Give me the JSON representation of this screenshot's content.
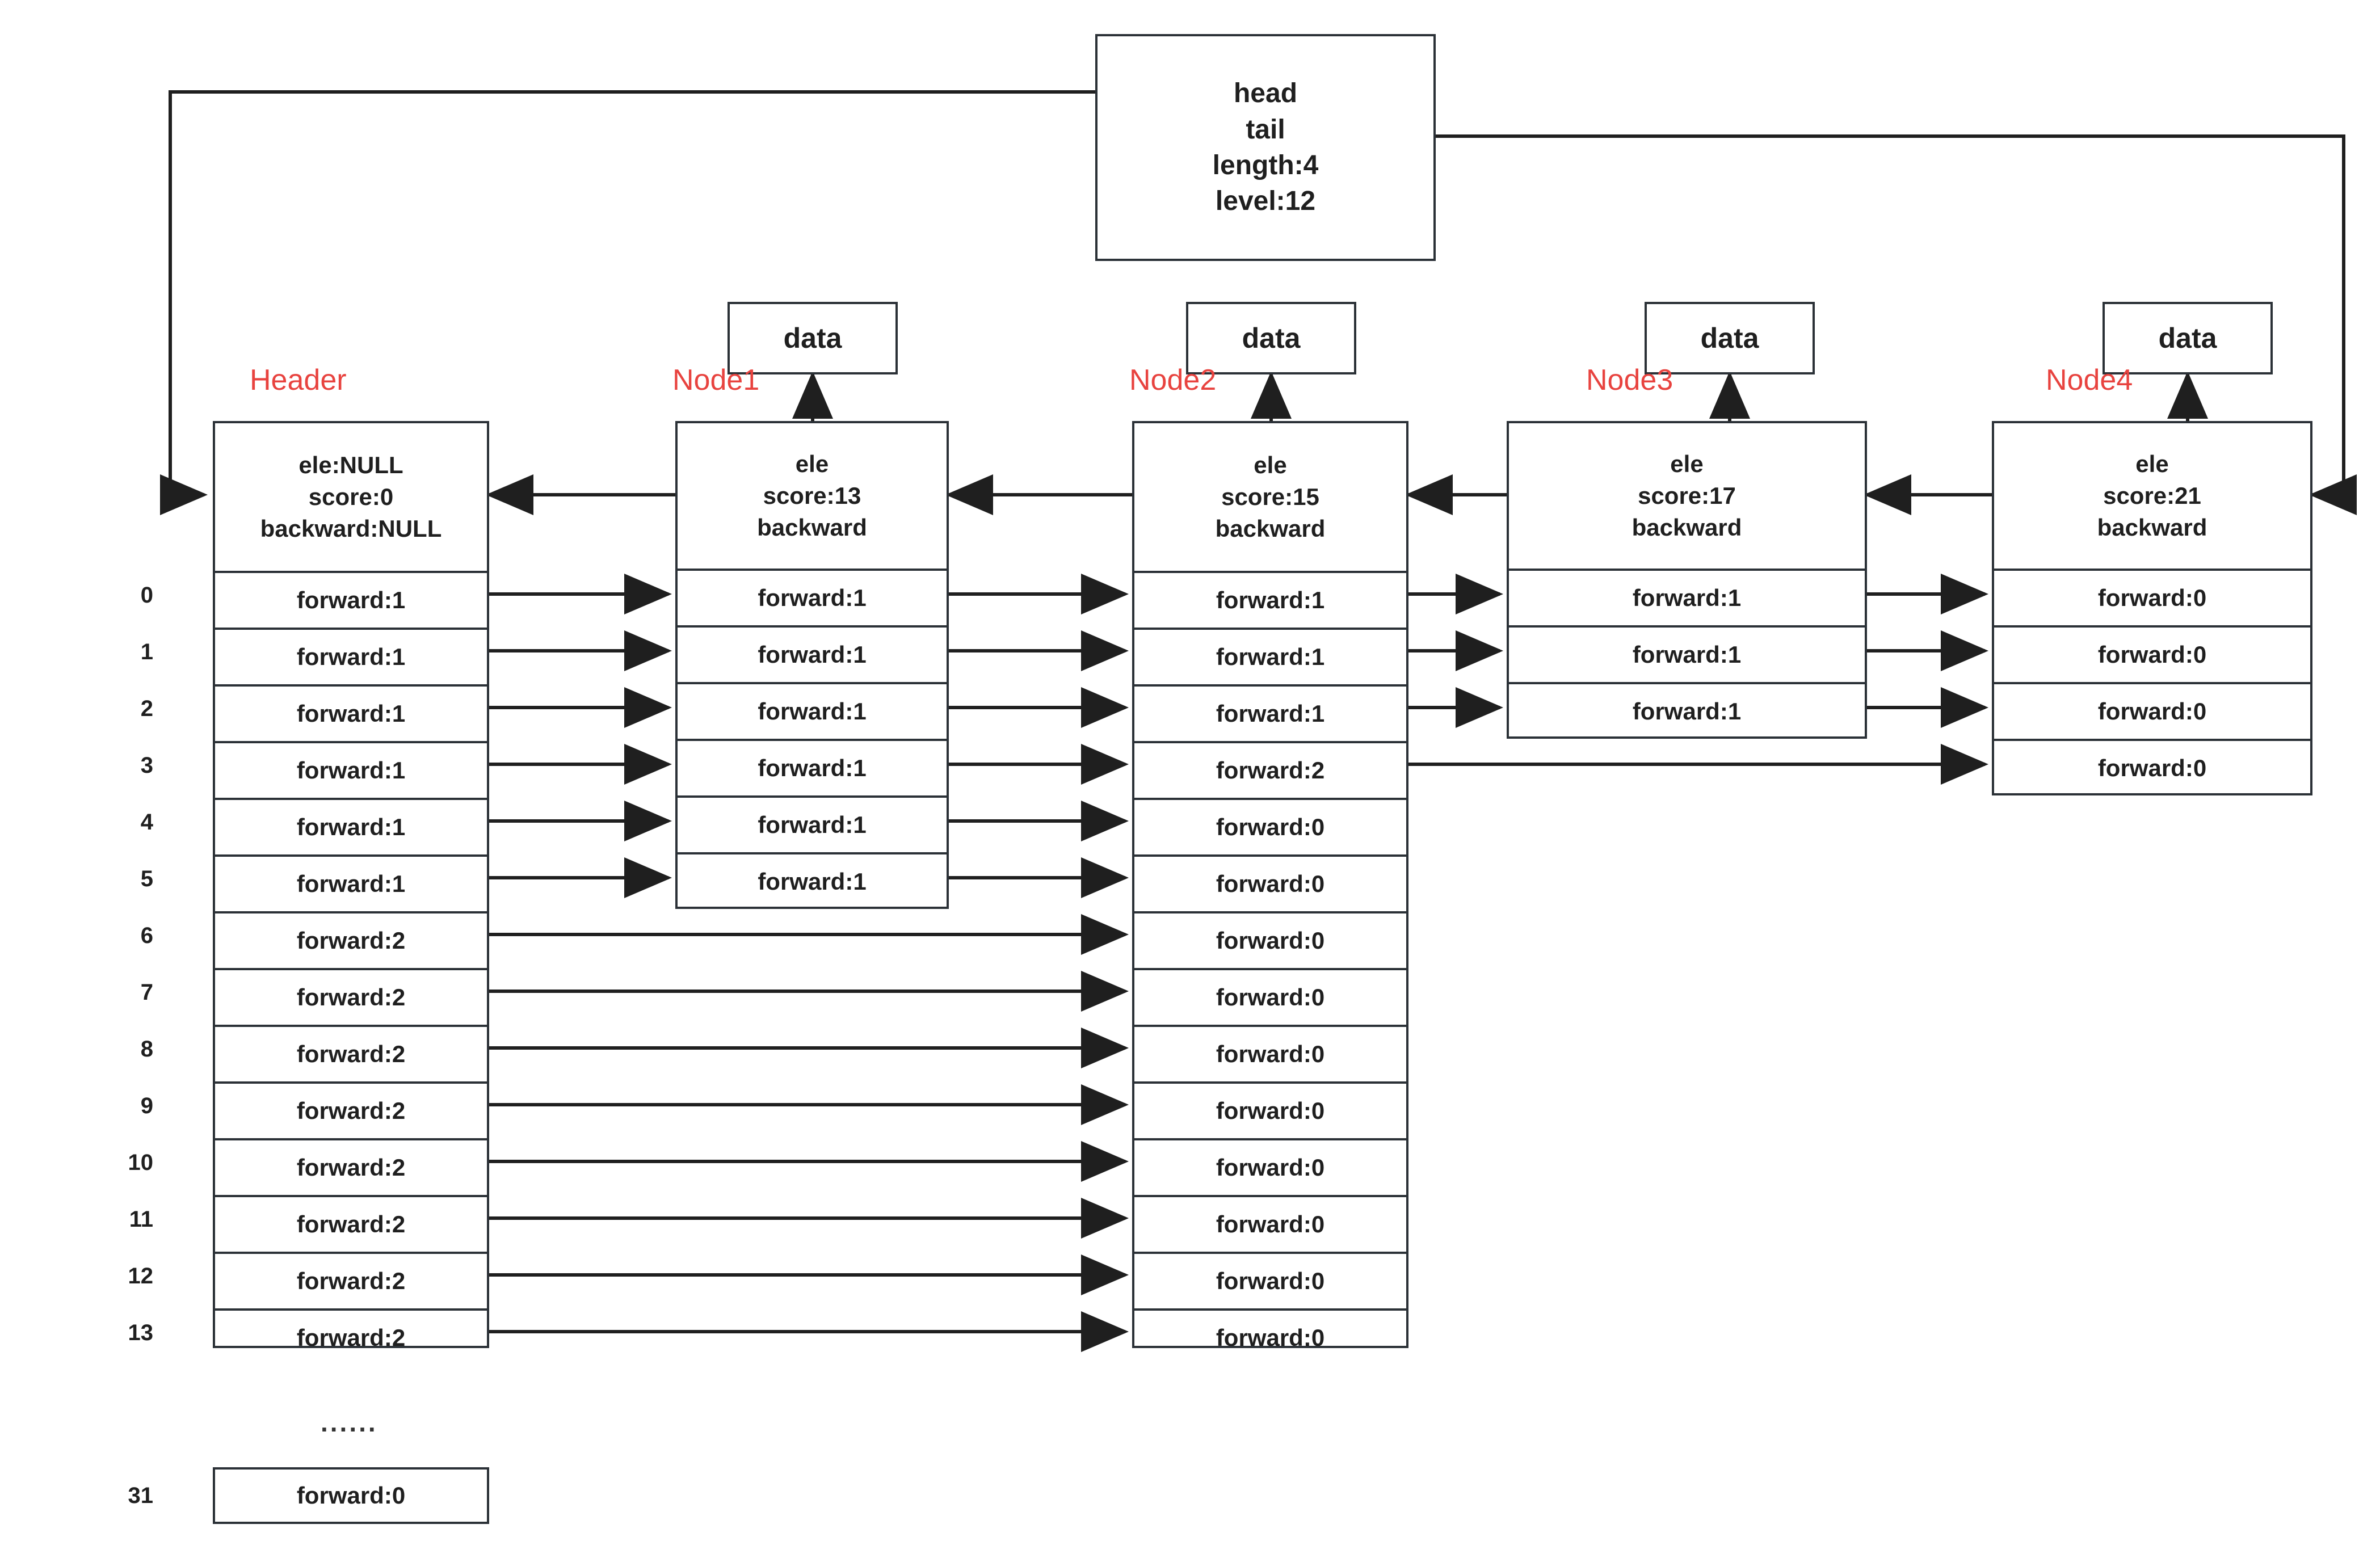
{
  "diagram": {
    "title_box": {
      "lines": [
        "head",
        "tail",
        "length:4",
        "level:12"
      ]
    },
    "data_label": "data",
    "level_indices": [
      "0",
      "1",
      "2",
      "3",
      "4",
      "5",
      "6",
      "7",
      "8",
      "9",
      "10",
      "11",
      "12",
      "13"
    ],
    "ellipsis": "......",
    "tail_level_index": "31",
    "tail_level_value": "forward:0",
    "accent_color": "#e8433f",
    "line_color": "#2b3137",
    "nodes": [
      {
        "label": "Header",
        "head_lines": [
          "ele:NULL",
          "score:0",
          "backward:NULL"
        ],
        "forwards": [
          "forward:1",
          "forward:1",
          "forward:1",
          "forward:1",
          "forward:1",
          "forward:1",
          "forward:2",
          "forward:2",
          "forward:2",
          "forward:2",
          "forward:2",
          "forward:2",
          "forward:2",
          "forward:2"
        ],
        "has_data_box": false
      },
      {
        "label": "Node1",
        "head_lines": [
          "ele",
          "score:13",
          "backward"
        ],
        "forwards": [
          "forward:1",
          "forward:1",
          "forward:1",
          "forward:1",
          "forward:1",
          "forward:1"
        ],
        "has_data_box": true
      },
      {
        "label": "Node2",
        "head_lines": [
          "ele",
          "score:15",
          "backward"
        ],
        "forwards": [
          "forward:1",
          "forward:1",
          "forward:1",
          "forward:2",
          "forward:0",
          "forward:0",
          "forward:0",
          "forward:0",
          "forward:0",
          "forward:0",
          "forward:0",
          "forward:0",
          "forward:0",
          "forward:0"
        ],
        "has_data_box": true
      },
      {
        "label": "Node3",
        "head_lines": [
          "ele",
          "score:17",
          "backward"
        ],
        "forwards": [
          "forward:1",
          "forward:1",
          "forward:1"
        ],
        "has_data_box": true
      },
      {
        "label": "Node4",
        "head_lines": [
          "ele",
          "score:21",
          "backward"
        ],
        "forwards": [
          "forward:0",
          "forward:0",
          "forward:0",
          "forward:0"
        ],
        "has_data_box": true
      }
    ]
  }
}
